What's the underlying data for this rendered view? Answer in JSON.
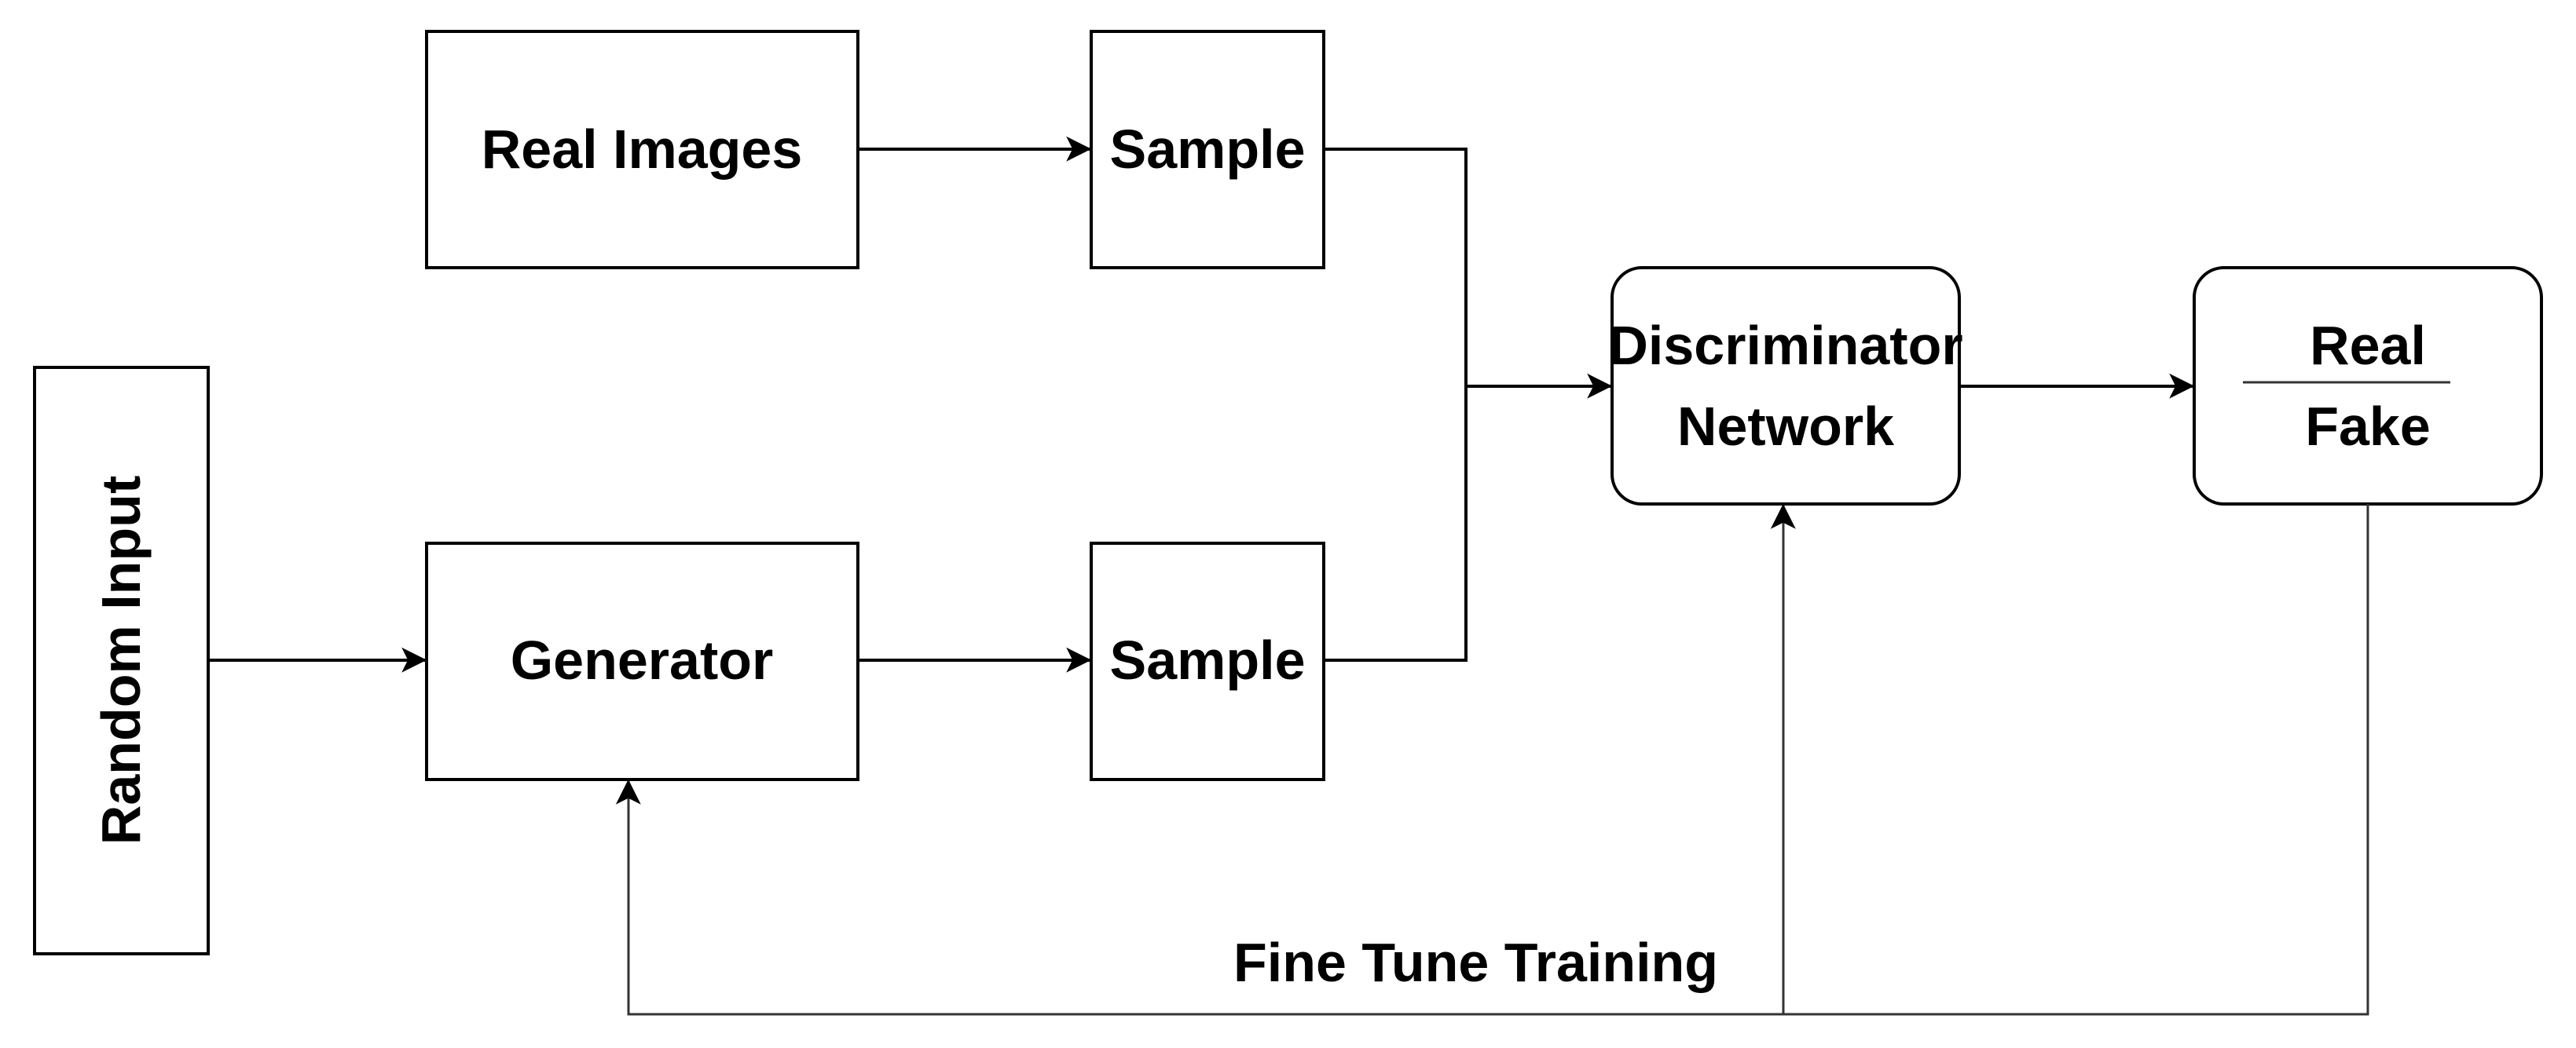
{
  "nodes": {
    "random_input": "Random Input",
    "real_images": "Real Images",
    "sample_real": "Sample",
    "generator": "Generator",
    "sample_generated": "Sample",
    "discriminator_line1": "Discriminator",
    "discriminator_line2": "Network",
    "output_real": "Real",
    "output_fake": "Fake"
  },
  "edge_labels": {
    "feedback": "Fine Tune Training"
  },
  "colors": {
    "stroke": "#000000",
    "fill": "#ffffff",
    "text": "#000000"
  }
}
